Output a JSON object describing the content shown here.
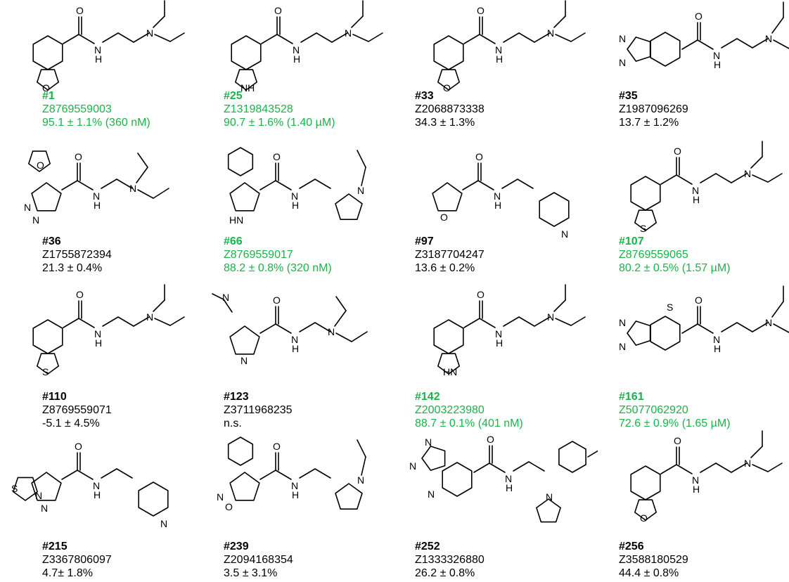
{
  "colors": {
    "active": "#19b34a",
    "inactive": "#000000"
  },
  "compounds": [
    {
      "num": "#1",
      "zid": "Z8769559003",
      "activity": "95.1 ± 1.1% (360 nM)",
      "active": true,
      "mol": "benzofuran-dihydro"
    },
    {
      "num": "#25",
      "zid": "Z1319843528",
      "activity": "90.7 ± 1.6% (1.40 µM)",
      "active": true,
      "mol": "indole"
    },
    {
      "num": "#33",
      "zid": "Z2068873338",
      "activity": "34.3 ± 1.3%",
      "active": false,
      "mol": "benzofuran"
    },
    {
      "num": "#35",
      "zid": "Z1987096269",
      "activity": "13.7 ± 1.2%",
      "active": false,
      "mol": "tetrahydroindazole"
    },
    {
      "num": "#36",
      "zid": "Z1755872394",
      "activity": "21.3 ±  0.4%",
      "active": false,
      "mol": "pyrazole"
    },
    {
      "num": "#66",
      "zid": "Z8769559017",
      "activity": "88.2 ± 0.8% (320 nM)",
      "active": true,
      "mol": "pyrrole"
    },
    {
      "num": "#97",
      "zid": "Z3187704247",
      "activity": "13.6 ± 0.2%",
      "active": false,
      "mol": "furan"
    },
    {
      "num": "#107",
      "zid": "Z8769559065",
      "activity": "80.2 ± 0.5% (1.57 µM)",
      "active": true,
      "mol": "benzothiophene"
    },
    {
      "num": "#110",
      "zid": "Z8769559071",
      "activity": "-5.1 ± 4.5%",
      "active": false,
      "mol": "benzothiazole"
    },
    {
      "num": "#123",
      "zid": "Z3711968235",
      "activity": "n.s.",
      "active": false,
      "mol": "pyrroline"
    },
    {
      "num": "#142",
      "zid": "Z2003223980",
      "activity": "88.7 ± 0.1% (401 nM)",
      "active": true,
      "mol": "benzimidazole"
    },
    {
      "num": "#161",
      "zid": "Z5077062920",
      "activity": "72.6 ± 0.9% (1.65 µM)",
      "active": true,
      "mol": "thiopyranopyrazole"
    },
    {
      "num": "#215",
      "zid": "Z3367806097",
      "activity": "4.7± 1.8%",
      "active": false,
      "mol": "imidazothiazole"
    },
    {
      "num": "#239",
      "zid": "Z2094168354",
      "activity": "3.5 ± 3.1%",
      "active": false,
      "mol": "isoxazole"
    },
    {
      "num": "#252",
      "zid": "Z1333326880",
      "activity": "26.2 ± 0.8%",
      "active": false,
      "mol": "pyrazolopyridine"
    },
    {
      "num": "#256",
      "zid": "Z3588180529",
      "activity": "44.4 ± 0.8%",
      "active": false,
      "mol": "benzoxazole"
    }
  ]
}
